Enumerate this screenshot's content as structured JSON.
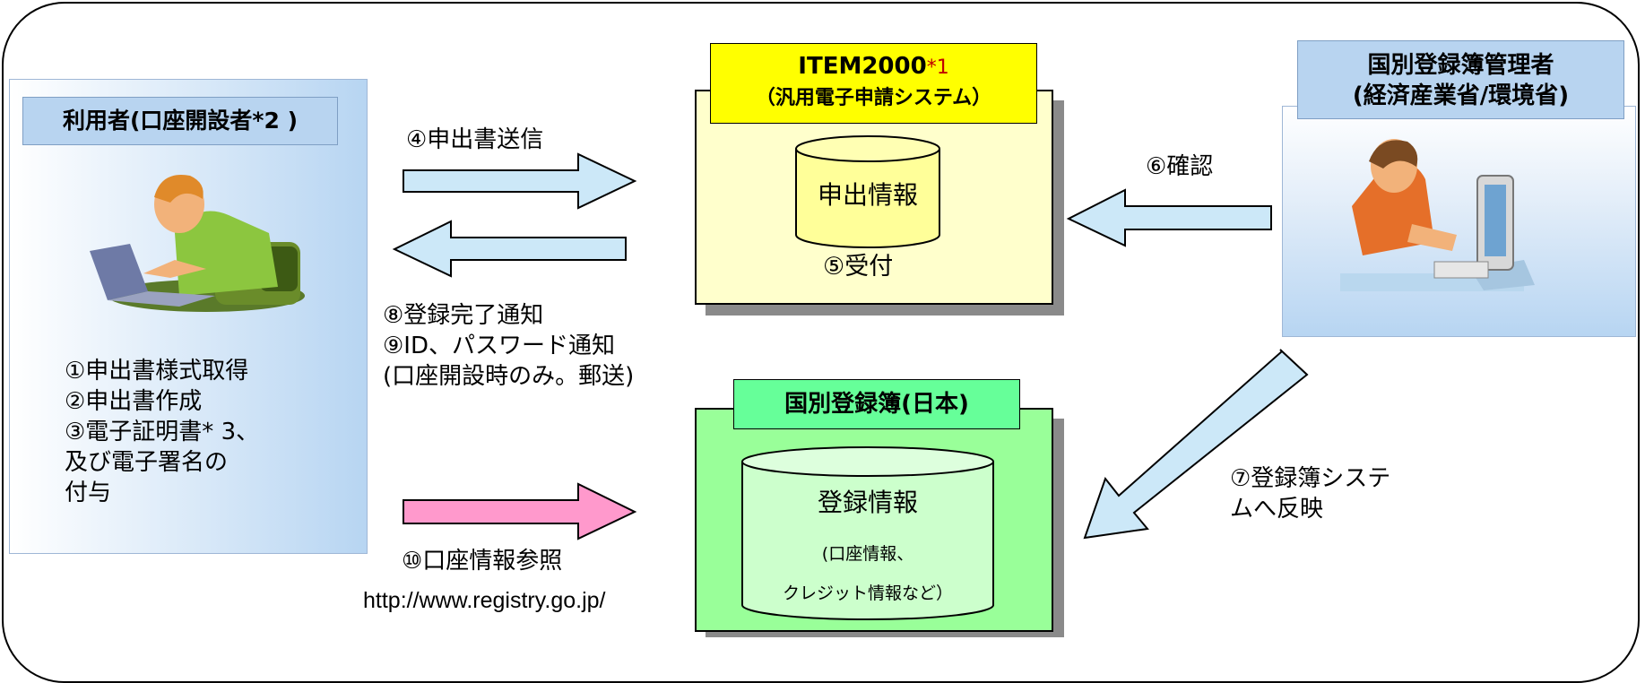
{
  "user": {
    "title": "利用者(口座開設者*2 )",
    "steps": [
      "①申出書様式取得",
      "②申出書作成",
      "③電子証明書* 3、",
      "及び電子署名の",
      "付与"
    ]
  },
  "item2000": {
    "title_line1": "ITEM2000",
    "title_mark": "*1",
    "title_line2": "（汎用電子申請システム）",
    "db_label": "申出情報",
    "receive": "⑤受付"
  },
  "admin": {
    "title_line1": "国別登録簿管理者",
    "title_line2": "(経済産業省/環境省)"
  },
  "registry": {
    "title": "国別登録簿(日本)",
    "db_label": "登録情報",
    "db_sub1": "(口座情報、",
    "db_sub2": "クレジット情報など）"
  },
  "arrows": {
    "send": "④申出書送信",
    "confirm": "⑥確認",
    "notify1": "⑧登録完了通知",
    "notify2": "⑨ID、パスワード通知",
    "notify3": "(口座開設時のみ。郵送)",
    "reflect1": "⑦登録簿システ",
    "reflect2": "ムへ反映",
    "refer": "⑩口座情報参照",
    "url": "http://www.registry.go.jp/"
  },
  "colors": {
    "user_panel": "#cfe3f7",
    "item_box": "#ffffcc",
    "item_title": "#ffff00",
    "db_yellow": "#ffff99",
    "registry_box": "#99ff99",
    "registry_title": "#66ff99",
    "db_green": "#ccffcc",
    "arrow_blue": "#cce8f8",
    "arrow_pink": "#ff99cc"
  }
}
